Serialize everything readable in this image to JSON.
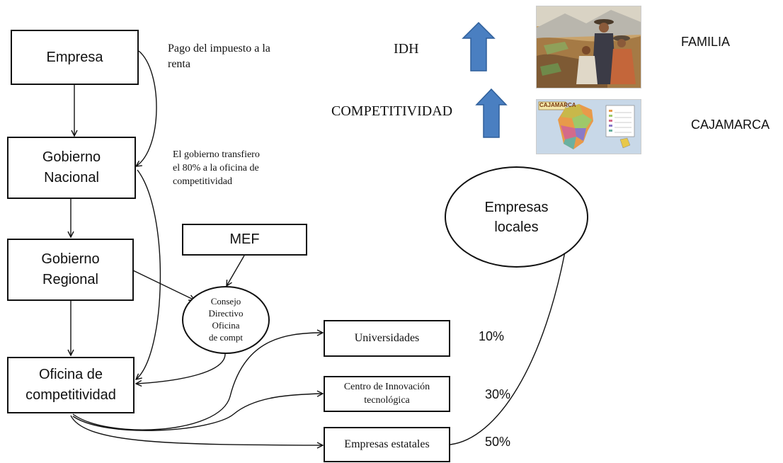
{
  "nodes": {
    "empresa": "Empresa",
    "gob_nacional": "Gobierno\nNacional",
    "gob_regional": "Gobierno\nRegional",
    "oficina": "Oficina de\ncompetitividad",
    "mef": "MEF",
    "consejo": "Consejo\nDirectivo\nOficina\nde compt",
    "universidades": "Universidades",
    "centro": "Centro de Innovación\ntecnológica",
    "empresas_estatales": "Empresas estatales",
    "empresas_locales": "Empresas\nlocales"
  },
  "annotations": {
    "pago": "Pago del impuesto a la\nrenta",
    "transfiero": "El gobierno transfiero\nel 80% a la oficina de\ncompetitividad"
  },
  "percentages": {
    "universidades": "10%",
    "centro": "30%",
    "empresas_estatales": "50%"
  },
  "indicators": {
    "idh": "IDH",
    "competitividad": "COMPETITIVIDAD",
    "familia": "FAMILIA",
    "cajamarca": "CAJAMARCA",
    "map_title": "CAJAMARCA",
    "arrow_color": "#4a7fc1"
  }
}
